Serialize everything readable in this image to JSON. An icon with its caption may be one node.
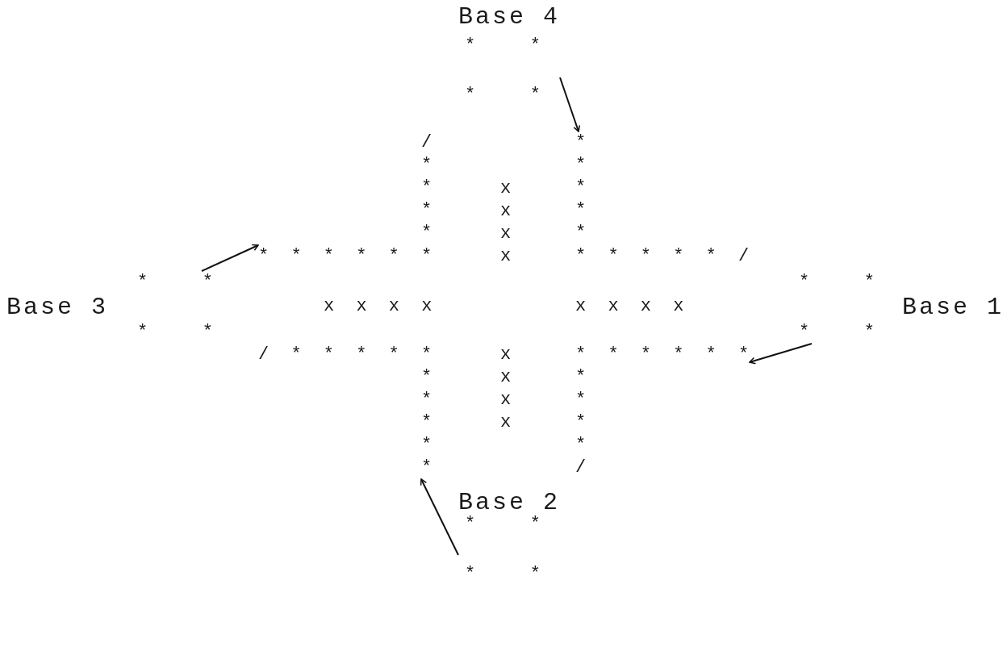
{
  "diagram": {
    "nodes": [
      {
        "text": [
          "Base 4",
          "*   *",
          "*   *"
        ]
      },
      {
        "text": [
          "Base 3",
          "*   *",
          "*   *"
        ]
      },
      {
        "text": [
          "Base 1",
          "*   *",
          "*   *"
        ]
      },
      {
        "text": [
          "Base 2",
          "*   *",
          "*   *"
        ]
      },
      {
        "text": [
          "* * * * *"
        ]
      },
      {
        "text": [
          "* * * * * *"
        ]
      },
      {
        "text": [
          "* * * * * *"
        ]
      },
      {
        "text": [
          "* * * * *"
        ]
      }
    ],
    "edges": [
      {
        "from": 0,
        "to": 4,
        "arrow": "to"
      },
      {
        "from": 1,
        "to": 6,
        "arrow": "to"
      },
      {
        "from": 2,
        "to": 5,
        "arrow": "to"
      },
      {
        "from": 3,
        "to": 7,
        "arrow": "to"
      }
    ],
    "labels": [
      "/ * * * *",
      "x x x x",
      "* * * * * /",
      "x x x x",
      "x x x x",
      "/ * * * * *",
      "x x x x",
      "* * * * /"
    ]
  }
}
